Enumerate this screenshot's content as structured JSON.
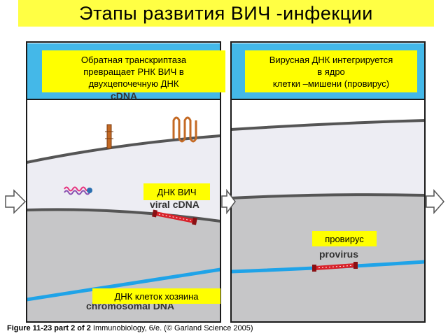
{
  "title": "Этапы  развития ВИЧ -инфекции",
  "callouts": {
    "reverse_transcriptase": [
      "Обратная транскриптаза",
      "превращает РНК ВИЧ в",
      "двухцепочечную ДНК"
    ],
    "integration": [
      "Вирусная ДНК интегрируется",
      "в ядро",
      "клетки –мишени  (провирус)"
    ],
    "hiv_dna": "ДНК ВИЧ",
    "provirus": "провирус",
    "host_dna": "ДНК клеток хозяина"
  },
  "figure_labels": {
    "viral_cdna": "viral cDNA",
    "provirus": "provirus",
    "chromosomal_dna": "chromosomal DNA",
    "cdna_partial": "cDNA"
  },
  "caption": {
    "figure_number": "Figure 11-23 part 2 of 2",
    "source": "Immunobiology, 6/e. (© Garland Science 2005)"
  },
  "colors": {
    "title_background": "#ffff44",
    "callout": "#ffff00",
    "panel_header": "#44b8e8",
    "membrane": "#555555",
    "cytoplasm": "#ededf3",
    "nucleus": "#c6c6c8",
    "chromosomal_dna": "#1fa3e8",
    "viral_dna": "#d8222a",
    "viral_rna": "#e6337e",
    "receptor_coils": "#c46a24"
  }
}
